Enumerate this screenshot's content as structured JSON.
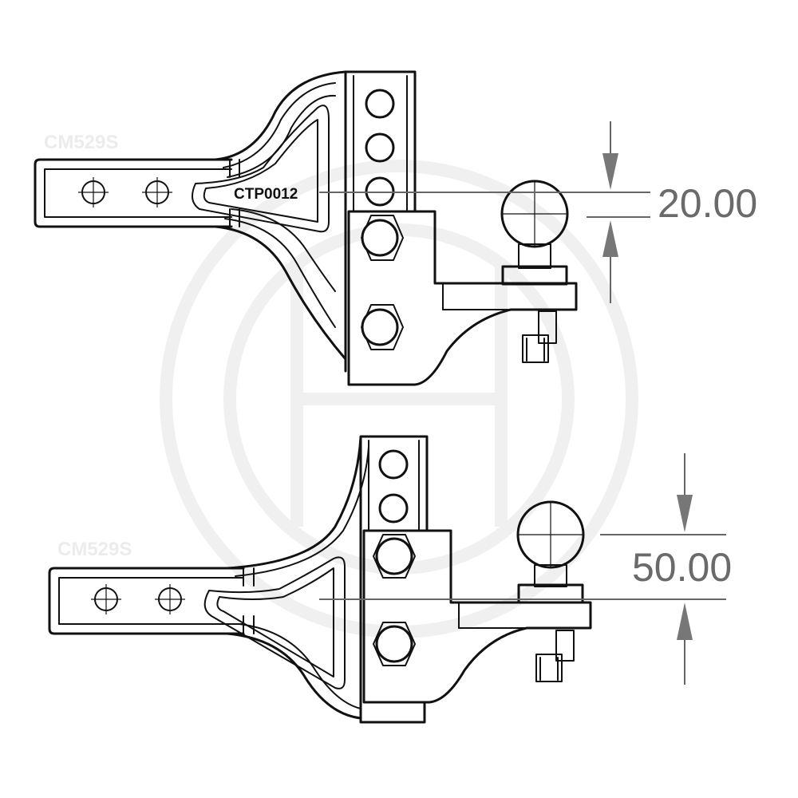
{
  "diagram": {
    "part_label": "CTP0012",
    "model_labels": [
      "CM529S",
      "CM529S"
    ],
    "dimensions": [
      {
        "value": "20.00"
      },
      {
        "value": "50.00"
      }
    ],
    "colors": {
      "line": "#111111",
      "dimension_line": "#666666",
      "dimension_text": "#6a6a6a",
      "watermark": "#f0f0f0"
    }
  }
}
